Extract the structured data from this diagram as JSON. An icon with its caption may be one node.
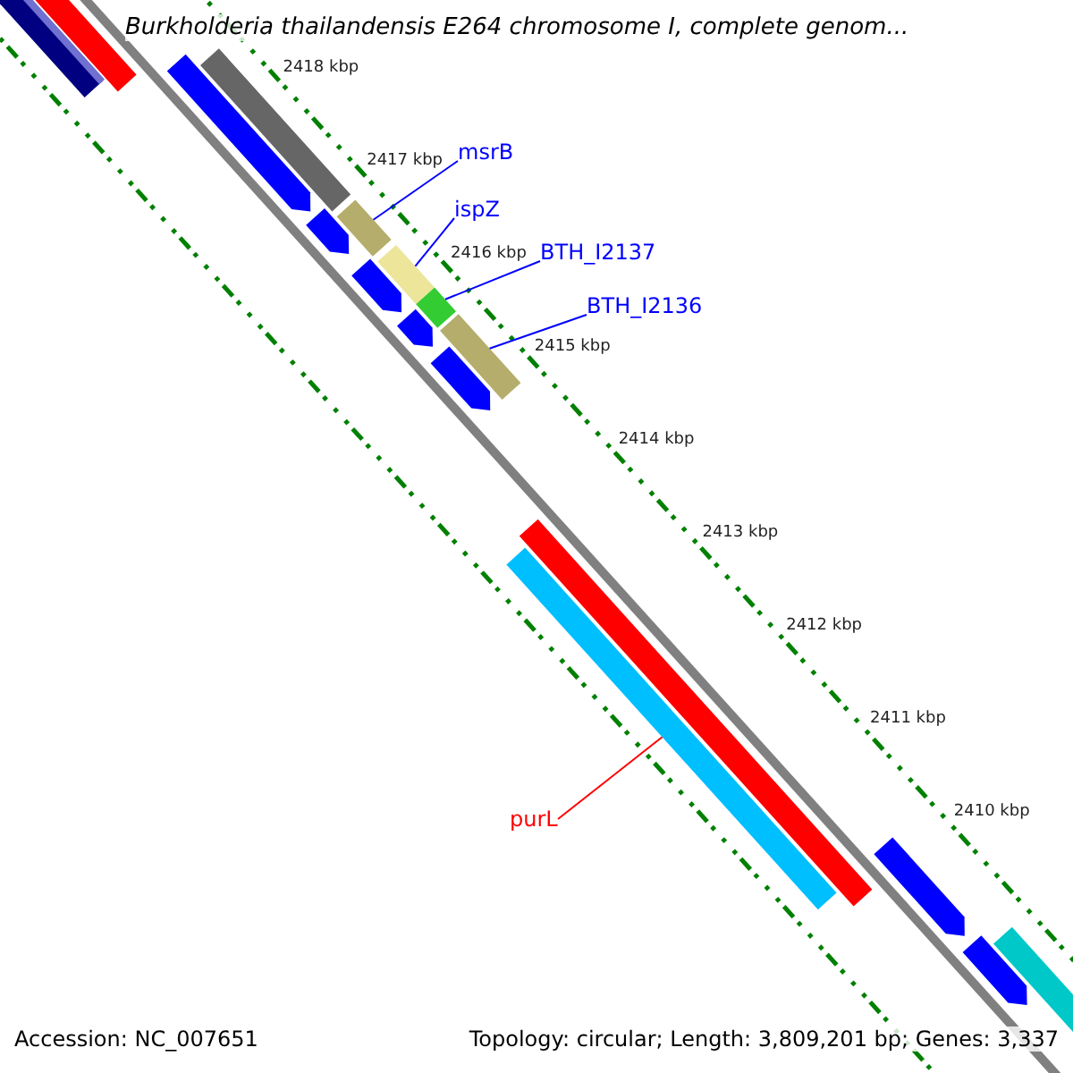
{
  "diagram": {
    "title": "Burkholderia thailandensis E264 chromosome I, complete genom...",
    "nodes": [
      {
        "text": [
          "msrB"
        ]
      },
      {
        "text": [
          "ispZ"
        ]
      },
      {
        "text": [
          "BTH_I2137"
        ]
      },
      {
        "text": [
          "BTH_I2136"
        ]
      },
      {
        "text": [
          "purL"
        ]
      },
      {
        "text": [],
        "shape": "bar"
      },
      {
        "text": [],
        "shape": "bar"
      },
      {
        "text": [],
        "shape": "bar"
      },
      {
        "text": [],
        "shape": "bar"
      },
      {
        "text": [],
        "shape": "bar"
      },
      {
        "text": [],
        "shape": "bar"
      },
      {
        "text": [],
        "shape": "bar"
      },
      {
        "text": [],
        "shape": "bar"
      },
      {
        "text": [],
        "shape": "bar"
      },
      {
        "text": [],
        "shape": "bar"
      },
      {
        "text": [],
        "shape": "bar"
      },
      {
        "text": [],
        "shape": "bar"
      },
      {
        "text": [],
        "shape": "bar"
      },
      {
        "text": [],
        "shape": "bar"
      },
      {
        "text": [],
        "shape": "bar"
      },
      {
        "text": [],
        "shape": "bar"
      },
      {
        "text": [],
        "shape": "bar"
      }
    ],
    "edges": [
      {
        "from": 0,
        "to": 5,
        "arrow": "none"
      },
      {
        "from": 1,
        "to": 6,
        "arrow": "none"
      },
      {
        "from": 2,
        "to": 7,
        "arrow": "none"
      },
      {
        "from": 3,
        "to": 8,
        "arrow": "none"
      },
      {
        "from": 4,
        "to": 9,
        "arrow": "none",
        "color": "#ff0000"
      }
    ],
    "labels": [
      "2418 kbp",
      "2417 kbp",
      "2416 kbp",
      "2415 kbp",
      "2414 kbp",
      "2413 kbp",
      "2412 kbp",
      "2411 kbp",
      "2410 kbp",
      "Accession: NC_007651",
      "Topology: circular; Length: 3,809,201 bp; Genes: 3,337"
    ]
  }
}
